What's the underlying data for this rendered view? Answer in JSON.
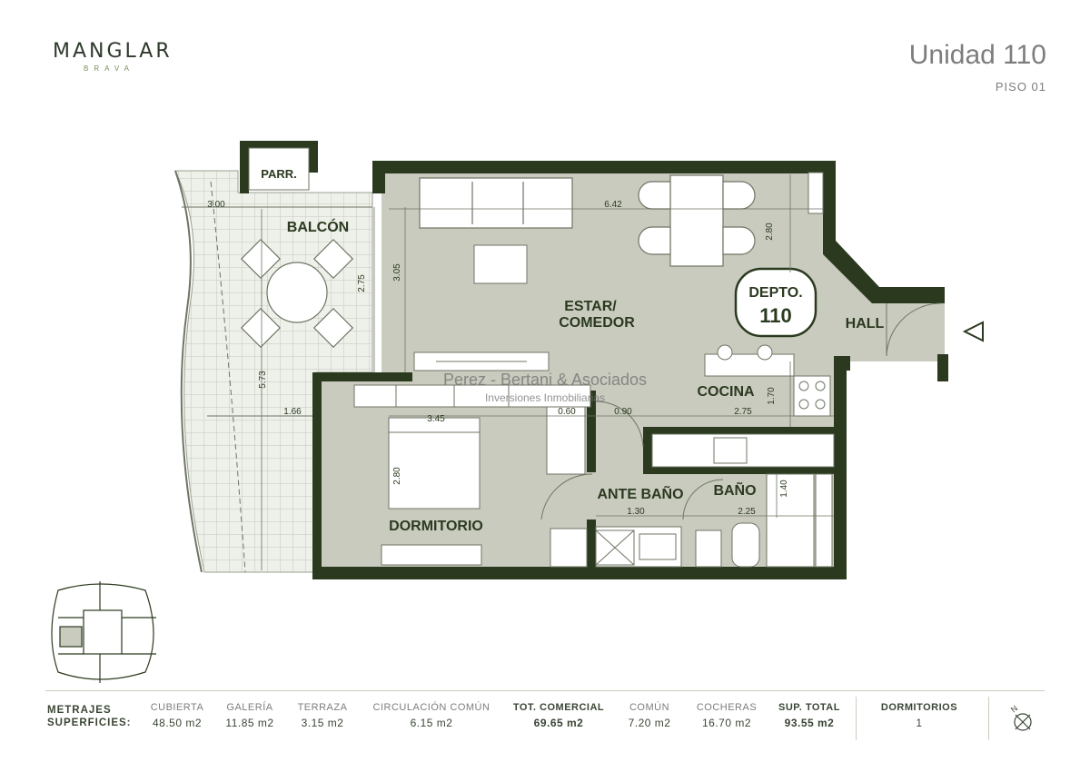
{
  "brand": {
    "name": "MANGLAR",
    "sub": "BRAVA"
  },
  "unit": {
    "title": "Unidad 110",
    "floor": "PISO 01"
  },
  "rooms": {
    "parr": "PARR.",
    "balcon": "BALCÓN",
    "estar_1": "ESTAR/",
    "estar_2": "COMEDOR",
    "depto_1": "DEPTO.",
    "depto_2": "110",
    "hall": "HALL",
    "cocina": "COCINA",
    "dormitorio": "DORMITORIO",
    "ante_bano": "ANTE BAÑO",
    "bano": "BAÑO"
  },
  "dimensions": {
    "d300": "3.00",
    "d642": "6.42",
    "d280a": "2.80",
    "d305": "3.05",
    "d275a": "2.75",
    "d573": "5.73",
    "d166": "1.66",
    "d345": "3.45",
    "d060": "0.60",
    "d090": "0.90",
    "d275b": "2.75",
    "d170": "1.70",
    "d280b": "2.80",
    "d130": "1.30",
    "d225": "2.25",
    "d140": "1.40"
  },
  "watermark": {
    "line1": "Perez - Bertani & Asociados",
    "line2": "Inversiones Inmobiliarias"
  },
  "footer": {
    "metrajes_1": "METRAJES",
    "metrajes_2": "SUPERFICIES:",
    "cols": [
      {
        "label": "CUBIERTA",
        "value": "48.50 m2"
      },
      {
        "label": "GALERÍA",
        "value": "11.85 m2"
      },
      {
        "label": "TERRAZA",
        "value": "3.15 m2"
      },
      {
        "label": "CIRCULACIÓN COMÚN",
        "value": "6.15 m2"
      },
      {
        "label": "TOT. COMERCIAL",
        "value": "69.65 m2"
      },
      {
        "label": "COMÚN",
        "value": "7.20 m2"
      },
      {
        "label": "COCHERAS",
        "value": "16.70 m2"
      },
      {
        "label": "SUP. TOTAL",
        "value": "93.55 m2"
      }
    ],
    "dormitorios_label": "DORMITORIOS",
    "dormitorios_value": "1",
    "north": "N"
  },
  "colors": {
    "wall": "#2b3a1f",
    "floor": "#c9cbbf",
    "balcony": "#eef0ea"
  }
}
